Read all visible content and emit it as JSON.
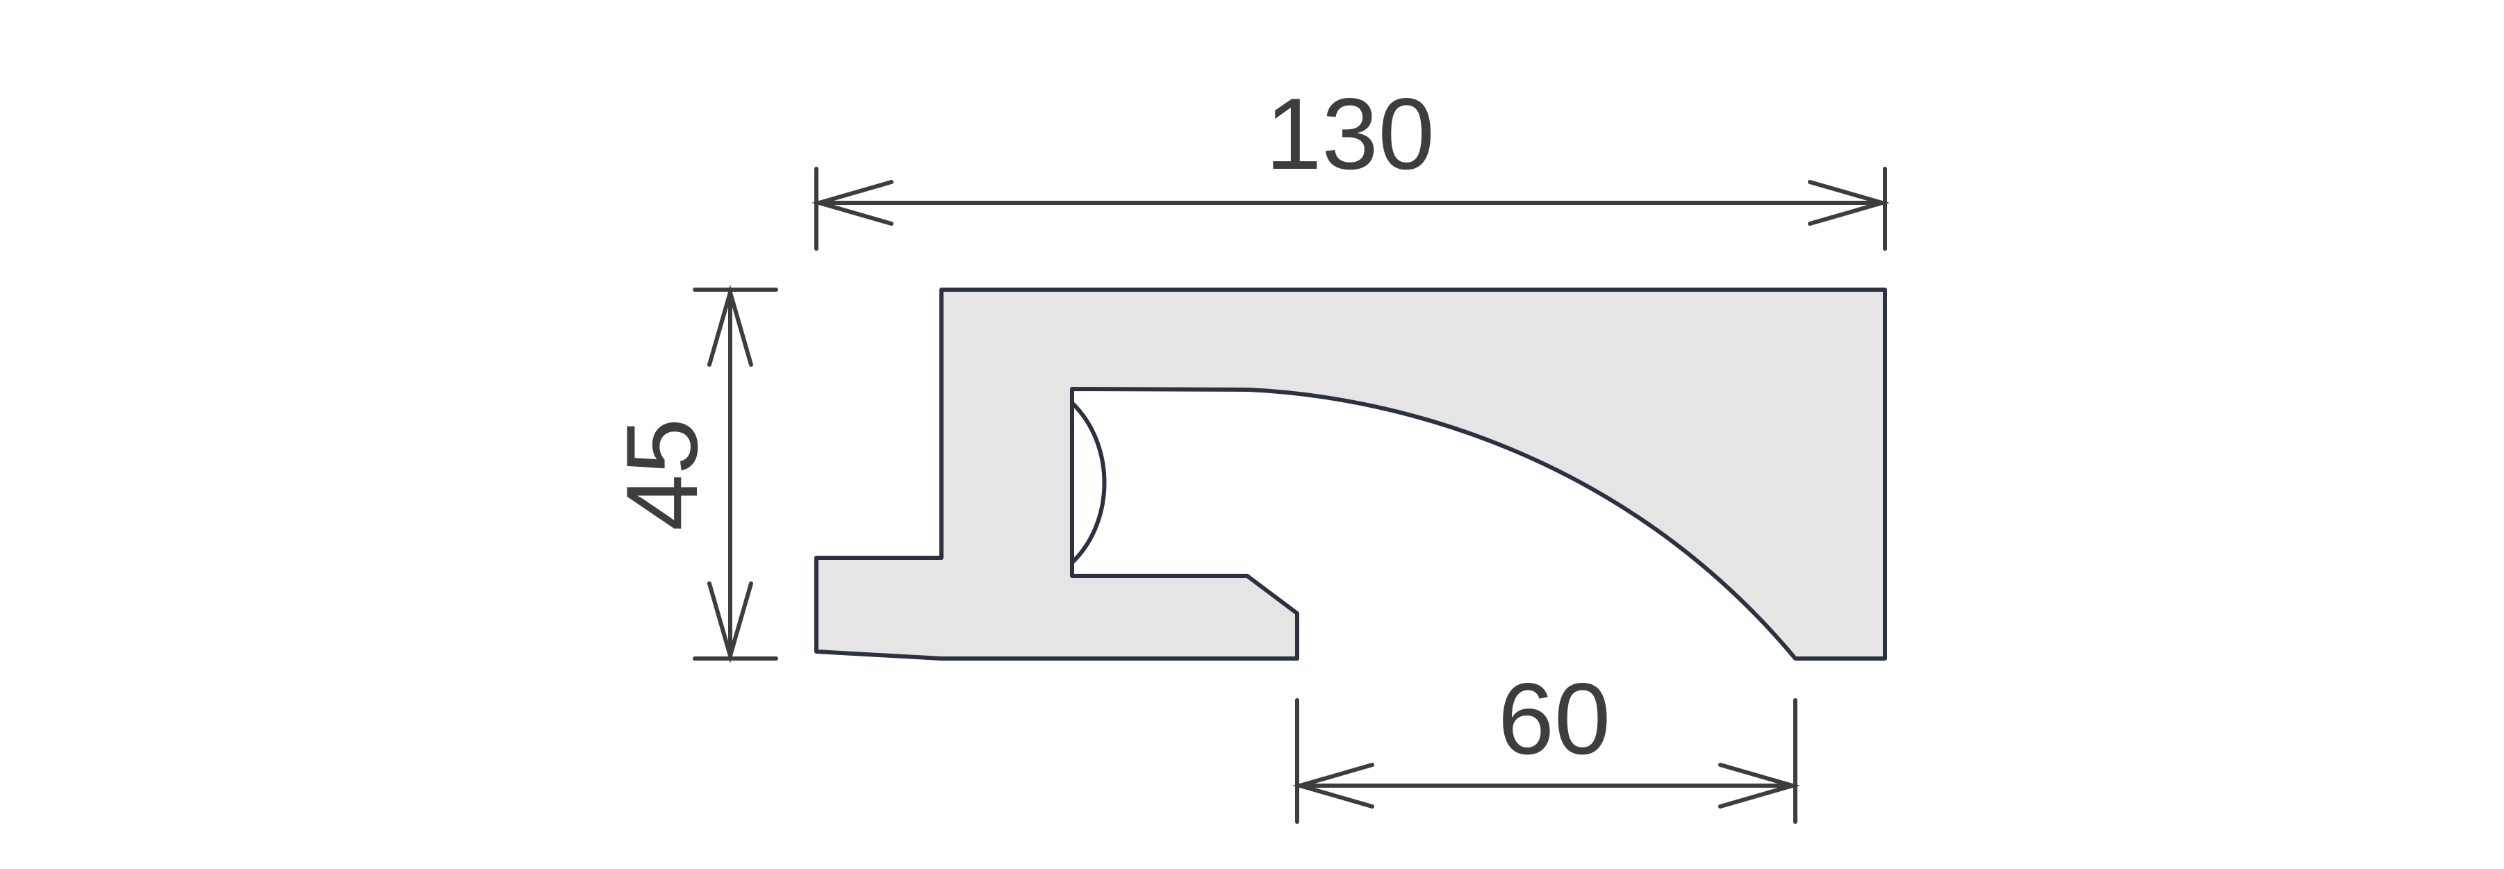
{
  "colors": {
    "profile_fill": "#e5e5e5",
    "profile_stroke": "#2b3140",
    "dimension_stroke": "#3d3d3d",
    "background": "#ffffff"
  },
  "dimensions": {
    "overall_width": "130",
    "overall_height": "45",
    "bottom_opening": "60"
  }
}
